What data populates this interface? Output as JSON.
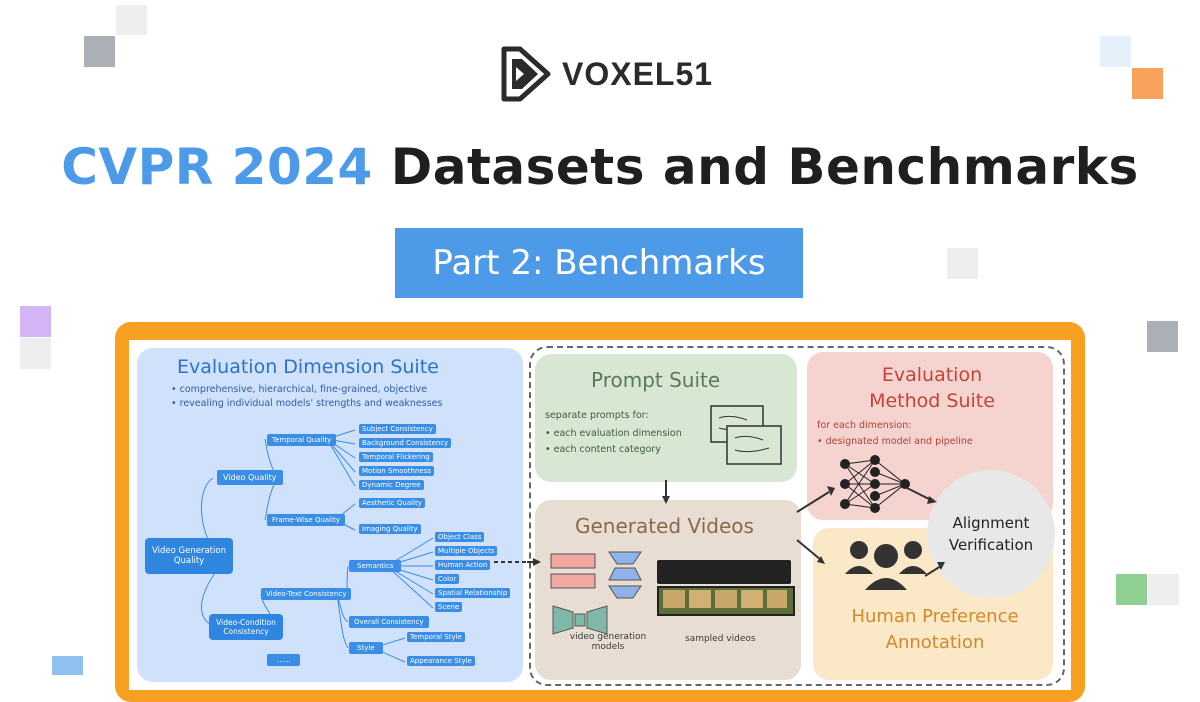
{
  "brand": {
    "name": "VOXEL51"
  },
  "title": {
    "accent": "CVPR 2024",
    "rest": " Datasets and Benchmarks"
  },
  "subtitle": "Part 2: Benchmarks",
  "colors": {
    "accent_blue": "#4d9be8",
    "frame_orange": "#f7a021",
    "title_dark": "#1f1f1f"
  },
  "figure": {
    "eval_dim": {
      "title": "Evaluation Dimension Suite",
      "bullets": [
        "comprehensive, hierarchical, fine-grained, objective",
        "revealing individual models' strengths and weaknesses"
      ],
      "root": "Video Generation Quality",
      "video_quality": "Video Quality",
      "temporal_quality": "Temporal Quality",
      "frame_wise": "Frame-Wise Quality",
      "temporal_leaves": [
        "Subject Consistency",
        "Background Consistency",
        "Temporal Flickering",
        "Motion Smoothness",
        "Dynamic Degree"
      ],
      "frame_leaves": [
        "Aesthetic Quality",
        "Imaging Quality"
      ],
      "video_condition": "Video-Condition Consistency",
      "video_text": "Video-Text Consistency",
      "semantics": "Semantics",
      "semantic_leaves": [
        "Object Class",
        "Multiple Objects",
        "Human Action",
        "Color",
        "Spatial Relationship",
        "Scene"
      ],
      "overall": "Overall Consistency",
      "style": "Style",
      "style_leaves": [
        "Temporal Style",
        "Appearance Style"
      ],
      "ellipsis": "......"
    },
    "prompt_suite": {
      "title": "Prompt Suite",
      "intro": "separate prompts for:",
      "bullets": [
        "each evaluation dimension",
        "each content category"
      ]
    },
    "generated": {
      "title": "Generated Videos",
      "left_caption": "video generation models",
      "right_caption": "sampled videos"
    },
    "eval_method": {
      "title": "Evaluation Method Suite",
      "intro": "for each dimension:",
      "bullet": "designated model and pipeline"
    },
    "alignment": "Alignment Verification",
    "human_pref": "Human Preference Annotation"
  }
}
